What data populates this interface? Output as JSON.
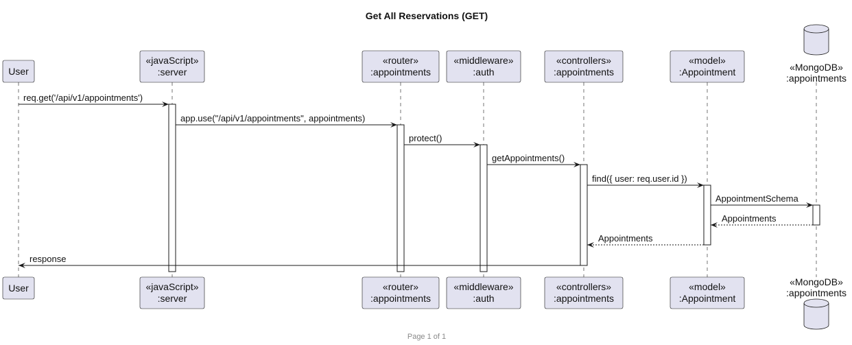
{
  "diagram": {
    "title": "Get All Reservations (GET)",
    "footer": "Page 1 of 1",
    "participants": [
      {
        "id": "user",
        "stereotype": "",
        "name": "User",
        "kind": "participant"
      },
      {
        "id": "server",
        "stereotype": "«javaScript»",
        "name": ":server",
        "kind": "participant"
      },
      {
        "id": "router",
        "stereotype": "«router»",
        "name": ":appointments",
        "kind": "participant"
      },
      {
        "id": "auth",
        "stereotype": "«middleware»",
        "name": ":auth",
        "kind": "participant"
      },
      {
        "id": "controller",
        "stereotype": "«controllers»",
        "name": ":appointments",
        "kind": "participant"
      },
      {
        "id": "model",
        "stereotype": "«model»",
        "name": ":Appointment",
        "kind": "participant"
      },
      {
        "id": "db",
        "stereotype": "«MongoDB»",
        "name": ":appointments",
        "kind": "database"
      }
    ],
    "messages": [
      {
        "from": "user",
        "to": "server",
        "label": "req.get('/api/v1/appointments')",
        "type": "sync"
      },
      {
        "from": "server",
        "to": "router",
        "label": "app.use(\"/api/v1/appointments\", appointments)",
        "type": "sync"
      },
      {
        "from": "router",
        "to": "auth",
        "label": "protect()",
        "type": "sync"
      },
      {
        "from": "auth",
        "to": "controller",
        "label": "getAppointments()",
        "type": "sync"
      },
      {
        "from": "controller",
        "to": "model",
        "label": "find({ user: req.user.id })",
        "type": "sync"
      },
      {
        "from": "model",
        "to": "db",
        "label": "AppointmentSchema",
        "type": "sync"
      },
      {
        "from": "db",
        "to": "model",
        "label": "Appointments",
        "type": "return"
      },
      {
        "from": "model",
        "to": "controller",
        "label": "Appointments",
        "type": "return"
      },
      {
        "from": "controller",
        "to": "user",
        "label": "response",
        "type": "sync"
      }
    ]
  }
}
